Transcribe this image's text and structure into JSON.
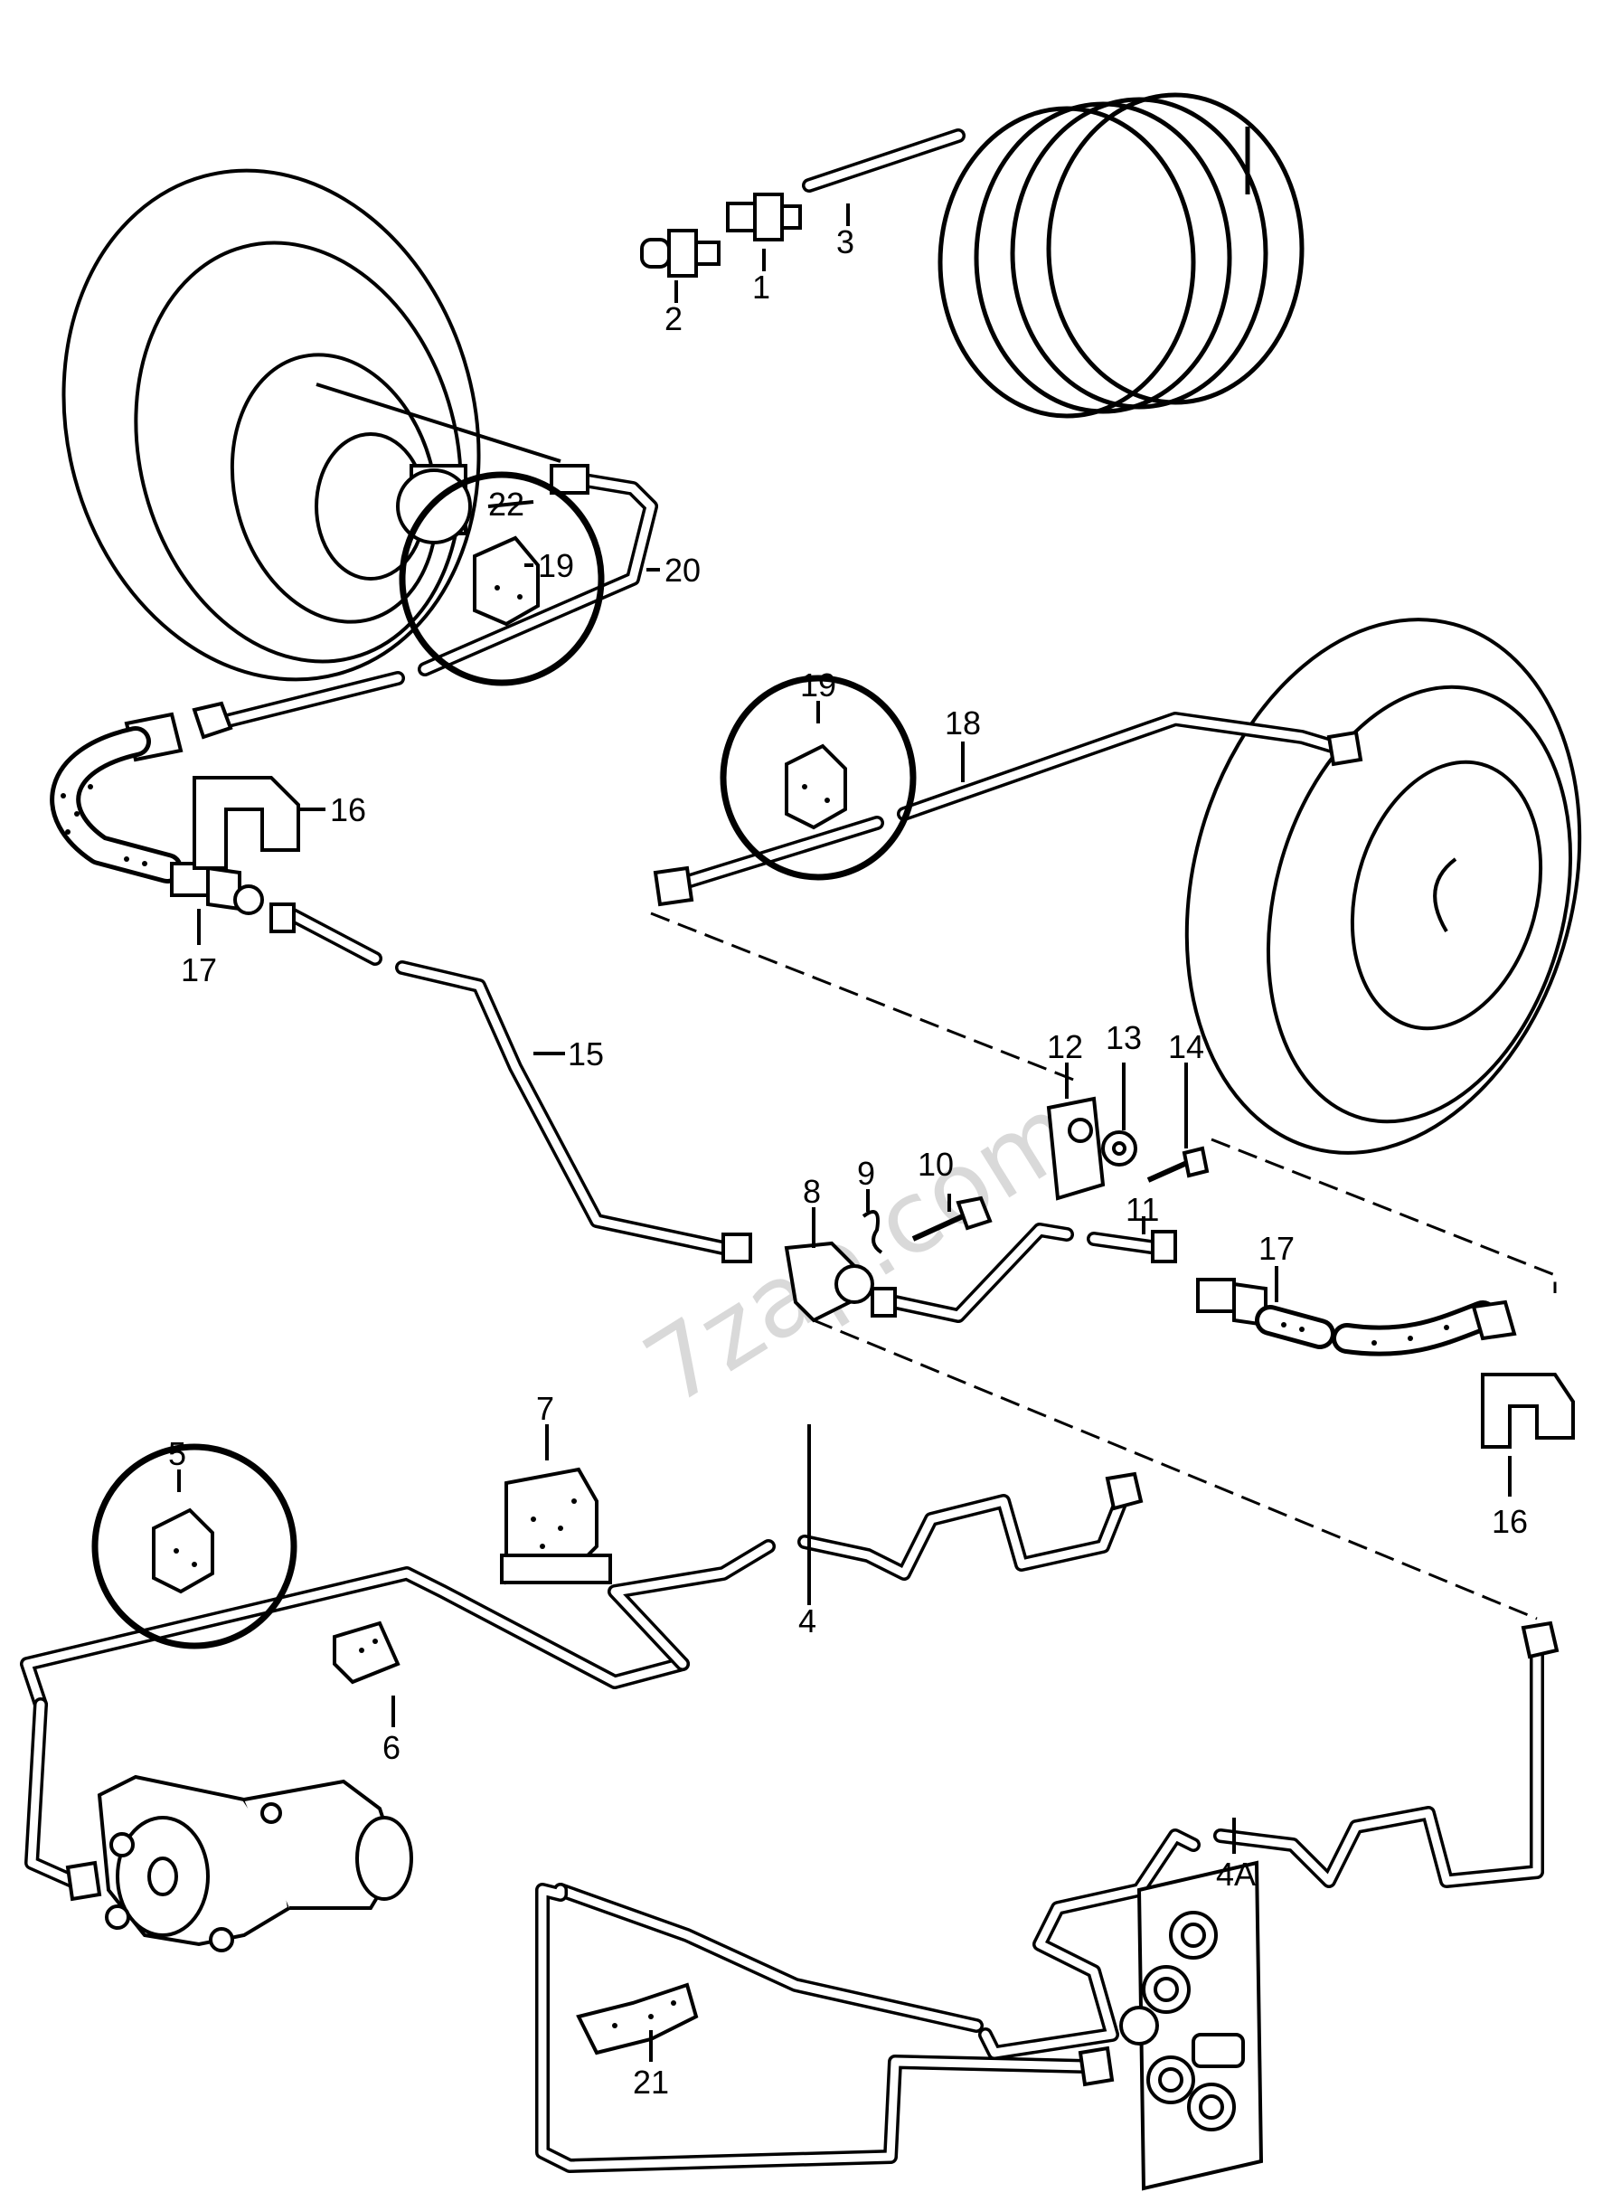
{
  "watermark": "7zap.com",
  "callouts": {
    "c1": "1",
    "c2": "2",
    "c3": "3",
    "c4": "4",
    "c4a": "4A",
    "c5": "5",
    "c6": "6",
    "c7": "7",
    "c8": "8",
    "c9": "9",
    "c10": "10",
    "c11": "11",
    "c12": "12",
    "c13": "13",
    "c14": "14",
    "c15": "15",
    "c16a": "16",
    "c16b": "16",
    "c17a": "17",
    "c17b": "17",
    "c18": "18",
    "c19a": "19",
    "c19b": "19",
    "c20": "20",
    "c21": "21",
    "c22": "22"
  }
}
